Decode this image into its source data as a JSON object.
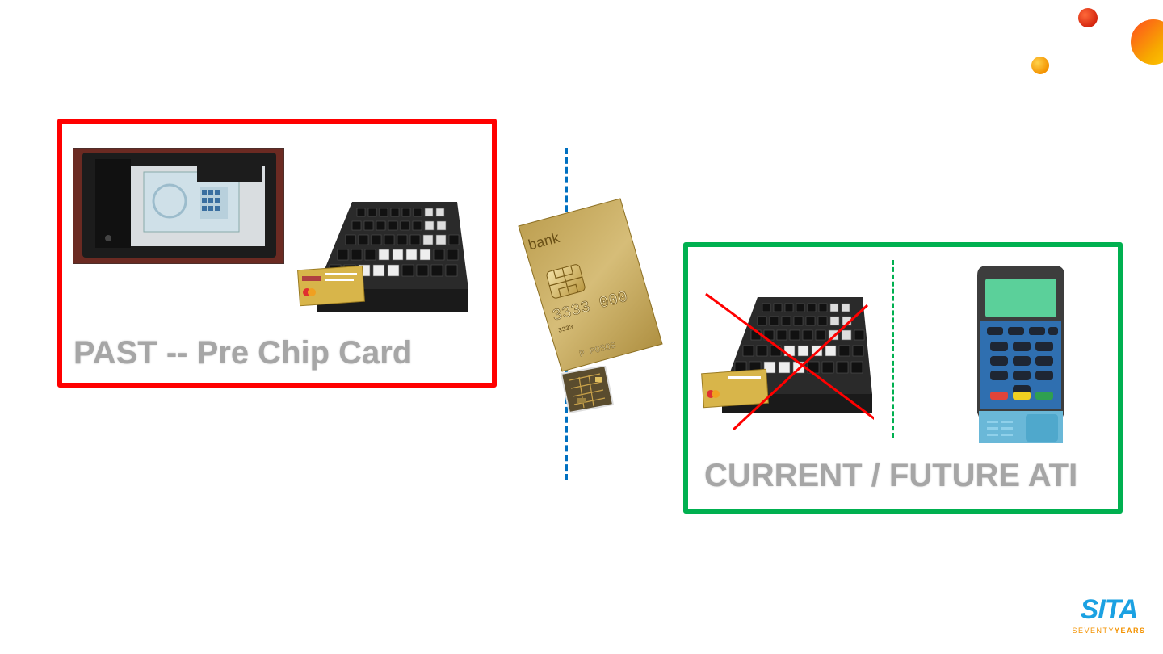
{
  "past": {
    "caption": "PAST -- Pre Chip Card",
    "border_color": "#ff0000",
    "images": [
      "card-imprinter-image",
      "keyboard-msr-image"
    ]
  },
  "future": {
    "caption": "CURRENT / FUTURE ATI",
    "border_color": "#00b050",
    "images": [
      "keyboard-msr-crossed-image",
      "pin-pad-terminal-image"
    ]
  },
  "chip_card": {
    "bank_label": "bank",
    "number_text": "3333 000",
    "small_number": "3333",
    "holder_text": "P POSOS"
  },
  "brand": {
    "logo_text": "SITA",
    "tagline_a": "SEVENTY",
    "tagline_b": "YEARS",
    "logo_color": "#1ba1e2",
    "tagline_color": "#f39200"
  },
  "colors": {
    "divider": "#0070c0",
    "cross": "#ff0000",
    "caption": "#a6a6a6"
  }
}
